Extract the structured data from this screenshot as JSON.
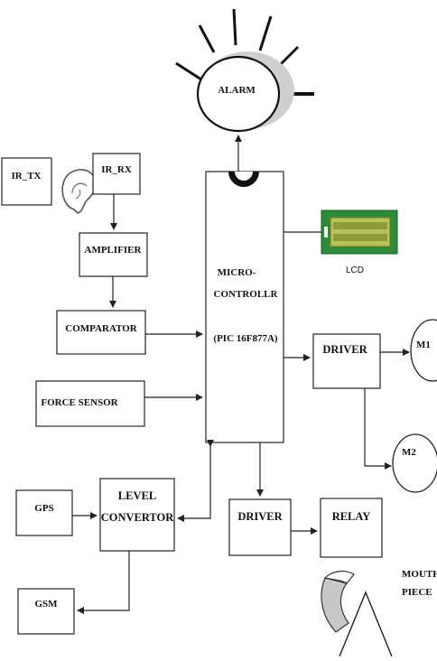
{
  "blocks": {
    "ir_tx": "IR_TX",
    "ir_rx": "IR_RX",
    "amplifier": "AMPLIFIER",
    "comparator": "COMPARATOR",
    "force_sensor": "FORCE SENSOR",
    "gps": "GPS",
    "gsm": "GSM",
    "level_convertor_line1": "LEVEL",
    "level_convertor_line2": "CONVERTOR",
    "mcu_line1": "MICRO-",
    "mcu_line2": "CONTROLLR",
    "mcu_line3": "(PIC 16F877A)",
    "driver_motor": "DRIVER",
    "driver_relay": "DRIVER",
    "relay": "RELAY",
    "alarm": "ALARM",
    "lcd": "LCD",
    "motor1": "M1",
    "motor2": "M2",
    "mouth_piece_line1": "MOUTH",
    "mouth_piece_line2": "PIECE"
  },
  "colors": {
    "lcd_frame": "#2e8b3a",
    "lcd_screen": "#b8c25a",
    "lcd_chars": "#6f7a1e",
    "alarm_glow": "#cfcfcf",
    "mouthpiece_fill": "#c8c8c8",
    "line": "#222222"
  },
  "icons": {
    "ear": "ear-icon",
    "alarm": "alarm-bulb-icon",
    "lcd": "lcd-display-icon",
    "mouth_piece": "mouth-piece-icon"
  }
}
